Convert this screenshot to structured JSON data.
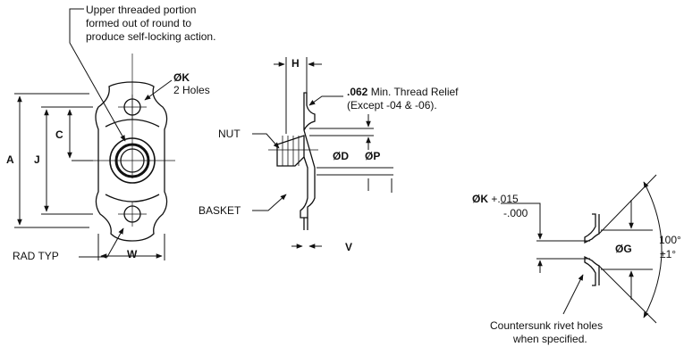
{
  "callouts": {
    "self_locking_note_1": "Upper threaded portion",
    "self_locking_note_2": "formed out of round to",
    "self_locking_note_3": "produce self-locking action.",
    "hole_dim": "ØK",
    "hole_count": "2 Holes",
    "thread_relief_value": ".062",
    "thread_relief_text": " Min. Thread Relief",
    "thread_relief_except": "(Except -04 & -06).",
    "nut": "NUT",
    "basket": "BASKET",
    "rad_typ": "RAD TYP",
    "countersink_note_1": "Countersunk rivet holes",
    "countersink_note_2": "when specified."
  },
  "dimensions": {
    "A": "A",
    "C": "C",
    "J": "J",
    "W": "W",
    "H": "H",
    "V": "V",
    "D": "ØD",
    "P": "ØP",
    "G": "ØG",
    "K_tol_label": "ØK",
    "K_tol_plus": " +.015",
    "K_tol_minus": "-.000",
    "angle": "100°",
    "angle_tol": "±1°"
  }
}
